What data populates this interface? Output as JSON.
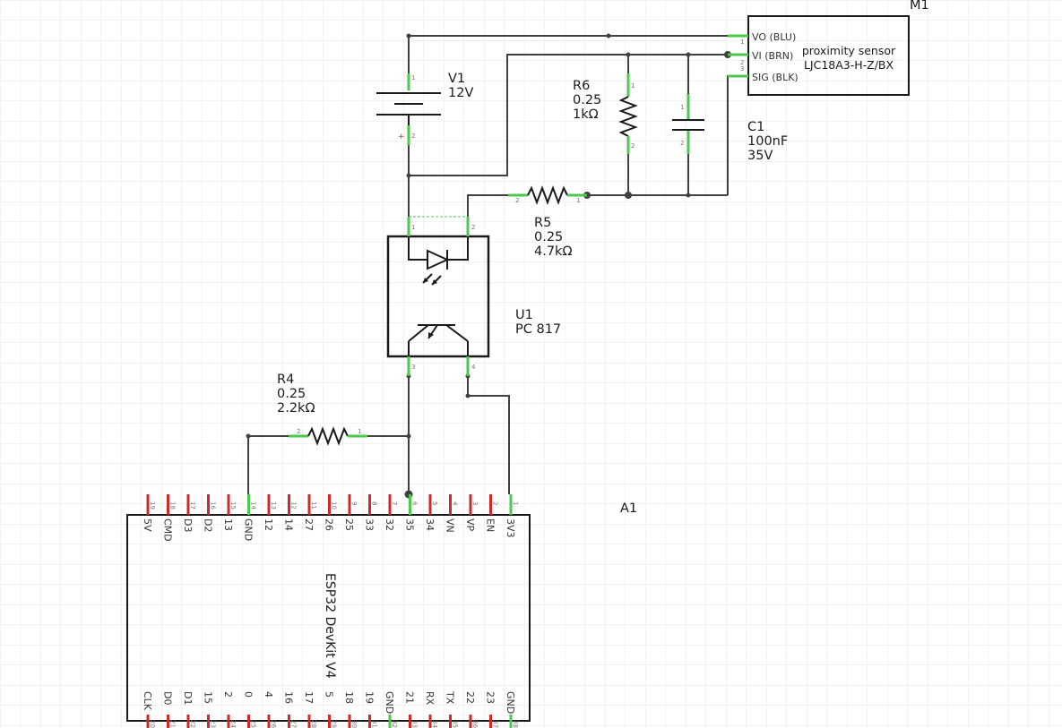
{
  "components": {
    "m1": {
      "ref": "M1",
      "line1": "proximity sensor",
      "line2": "LJC18A3-H-Z/BX",
      "pins": [
        {
          "num": "1",
          "label": "VO (BLU)"
        },
        {
          "num": "2",
          "label": "VI (BRN)"
        },
        {
          "num": "3",
          "label": "SIG (BLK)"
        }
      ]
    },
    "v1": {
      "ref": "V1",
      "value": "12V",
      "pin1": "1",
      "pin2": "2",
      "plus": "+"
    },
    "r6": {
      "ref": "R6",
      "power": "0.25",
      "value": "1kΩ",
      "pin1": "1",
      "pin2": "2"
    },
    "c1": {
      "ref": "C1",
      "value": "100nF",
      "voltage": "35V",
      "pin1": "1",
      "pin2": "2"
    },
    "r5": {
      "ref": "R5",
      "power": "0.25",
      "value": "4.7kΩ",
      "pin1": "1",
      "pin2": "2"
    },
    "u1": {
      "ref": "U1",
      "value": "PC 817",
      "pins": [
        "1",
        "2",
        "3",
        "4"
      ]
    },
    "r4": {
      "ref": "R4",
      "power": "0.25",
      "value": "2.2kΩ",
      "pin1": "1",
      "pin2": "2"
    },
    "a1": {
      "ref": "A1",
      "title": "ESP32 DevKit V4",
      "top_pins": [
        {
          "label": "5V",
          "num": "19",
          "connected": false
        },
        {
          "label": "CMD",
          "num": "18",
          "connected": false
        },
        {
          "label": "D3",
          "num": "17",
          "connected": false
        },
        {
          "label": "D2",
          "num": "16",
          "connected": false
        },
        {
          "label": "13",
          "num": "15",
          "connected": false
        },
        {
          "label": "GND",
          "num": "14",
          "connected": true
        },
        {
          "label": "12",
          "num": "13",
          "connected": false
        },
        {
          "label": "14",
          "num": "12",
          "connected": false
        },
        {
          "label": "27",
          "num": "11",
          "connected": false
        },
        {
          "label": "26",
          "num": "10",
          "connected": false
        },
        {
          "label": "25",
          "num": "9",
          "connected": false
        },
        {
          "label": "33",
          "num": "8",
          "connected": false
        },
        {
          "label": "32",
          "num": "7",
          "connected": false
        },
        {
          "label": "35",
          "num": "6",
          "connected": true
        },
        {
          "label": "34",
          "num": "5",
          "connected": false
        },
        {
          "label": "VN",
          "num": "4",
          "connected": false
        },
        {
          "label": "VP",
          "num": "3",
          "connected": false
        },
        {
          "label": "EN",
          "num": "2",
          "connected": false
        },
        {
          "label": "3V3",
          "num": "1",
          "connected": true
        }
      ],
      "bottom_pins": [
        {
          "label": "CLK",
          "num": "20",
          "connected": false
        },
        {
          "label": "D0",
          "num": "21",
          "connected": false
        },
        {
          "label": "D1",
          "num": "22",
          "connected": false
        },
        {
          "label": "15",
          "num": "23",
          "connected": false
        },
        {
          "label": "2",
          "num": "24",
          "connected": false
        },
        {
          "label": "0",
          "num": "25",
          "connected": false
        },
        {
          "label": "4",
          "num": "26",
          "connected": false
        },
        {
          "label": "16",
          "num": "27",
          "connected": false
        },
        {
          "label": "17",
          "num": "28",
          "connected": false
        },
        {
          "label": "5",
          "num": "29",
          "connected": false
        },
        {
          "label": "18",
          "num": "30",
          "connected": false
        },
        {
          "label": "19",
          "num": "31",
          "connected": false
        },
        {
          "label": "GND",
          "num": "32",
          "connected": true
        },
        {
          "label": "21",
          "num": "33",
          "connected": false
        },
        {
          "label": "RX",
          "num": "34",
          "connected": false
        },
        {
          "label": "TX",
          "num": "35",
          "connected": false
        },
        {
          "label": "22",
          "num": "36",
          "connected": false
        },
        {
          "label": "23",
          "num": "37",
          "connected": false
        },
        {
          "label": "GND",
          "num": "38",
          "connected": true
        }
      ]
    }
  },
  "colors": {
    "wire": "#404040",
    "connected_lead": "#4cc84c",
    "unconnected_lead": "#cc2a2a",
    "grid": "#e6e6e6"
  }
}
